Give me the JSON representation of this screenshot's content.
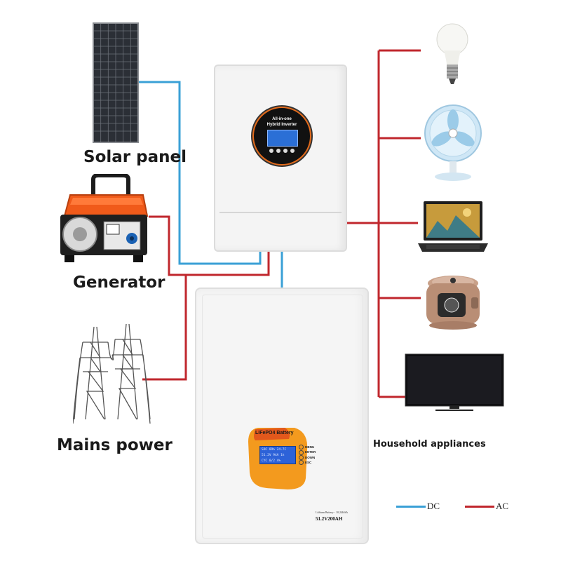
{
  "labels": {
    "solar": "Solar panel",
    "generator": "Generator",
    "mains": "Mains power",
    "appliances": "Household appliances"
  },
  "inverter": {
    "line1": "All-in-one",
    "line2": "Hybrid Inverter"
  },
  "battery": {
    "badge": "LiFePO4 Battery",
    "buttons": [
      "MENU",
      "ENTER",
      "DOWN",
      "ESC"
    ],
    "lcd_rows": [
      "SOC 89%  24.7C",
      "51.2V  94A  1h",
      "CYC 0/2   4%"
    ],
    "spec_small": "Lithium Battery - 10,24kWh",
    "spec": "51.2V200AH"
  },
  "legend": {
    "dc": "DC",
    "ac": "AC"
  },
  "colors": {
    "dc": "#3aa0d6",
    "ac": "#c0272d"
  }
}
